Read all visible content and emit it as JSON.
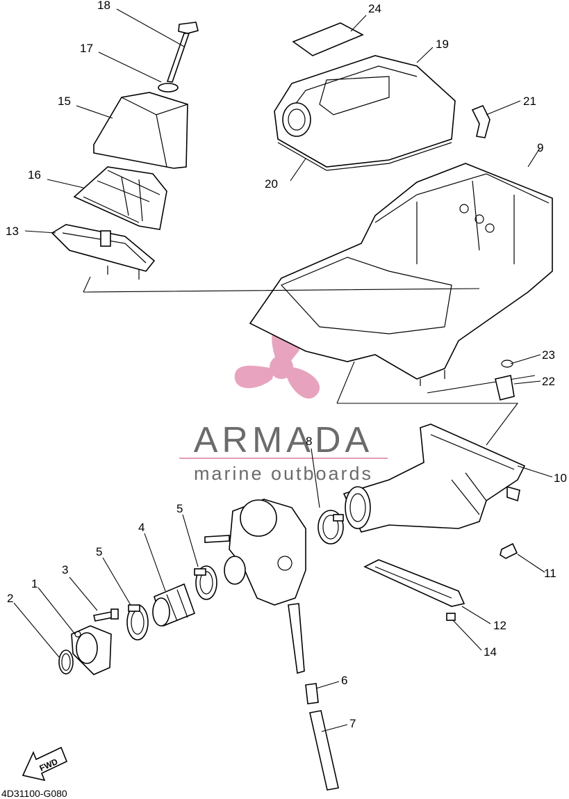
{
  "drawing_code": "4D31100-G080",
  "fwd_label": "FWD",
  "watermark": {
    "brand": "ARMADA",
    "tagline": "marine outboards",
    "accent_color": "#e59ab7",
    "text_color": "#6b6b6b"
  },
  "callouts": {
    "c1": "1",
    "c2": "2",
    "c3": "3",
    "c4": "4",
    "c5a": "5",
    "c5b": "5",
    "c6": "6",
    "c7": "7",
    "c8": "8",
    "c9": "9",
    "c10": "10",
    "c11": "11",
    "c12": "12",
    "c13": "13",
    "c14": "14",
    "c15": "15",
    "c16": "16",
    "c17": "17",
    "c18": "18",
    "c19": "19",
    "c20": "20",
    "c21": "21",
    "c22": "22",
    "c23": "23",
    "c24": "24"
  }
}
